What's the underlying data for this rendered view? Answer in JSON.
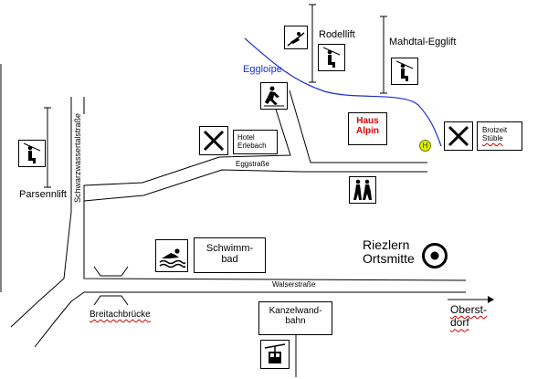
{
  "labels": {
    "rodellift": "Rodellift",
    "mahdtal_egglift": "Mahdtal-Egglift",
    "eggloipe": "Eggloipe",
    "haus_alpin_line1": "Haus",
    "haus_alpin_line2": "Alpin",
    "hotel_line1": "Hotel",
    "hotel_line2": "Erlebach",
    "brotzeit_line1": "Brotzeit",
    "brotzeit_line2": "Stüble",
    "h_marker": "H",
    "eggstrasse": "Eggstraße",
    "schwarzwasser": "Schwarzwassertalstraße",
    "parsennlift": "Parsennlift",
    "schwimmbad_line1": "Schwimm-",
    "schwimmbad_line2": "bad",
    "riezlern_line1": "Riezlern",
    "riezlern_line2": "Ortsmitte",
    "walserstrasse": "Walserstraße",
    "breitachbruecke": "Breitachbrücke",
    "kanzelwand_line1": "Kanzelwand-",
    "kanzelwand_line2": "bahn",
    "oberstdorf_line1": "Oberst-",
    "oberstdorf_line2": "dorf"
  },
  "icons": [
    "sled-lift-icon",
    "drag-lift-icon",
    "cross-country-ski-icon",
    "restaurant-icon",
    "hiking-icon",
    "swimming-icon",
    "town-center-icon",
    "cable-car-icon",
    "bridge-icon"
  ],
  "colors": {
    "route": "#1a2fd0",
    "haus_alpin": "#e00000",
    "h_marker_fill": "#d8f000"
  }
}
